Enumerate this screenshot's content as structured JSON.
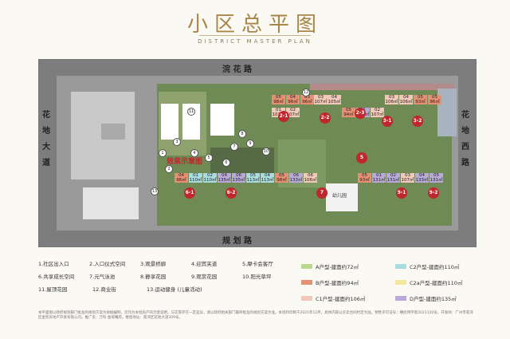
{
  "header": {
    "title": "小区总平图",
    "subtitle": "DISTRICT MASTER PLAN"
  },
  "roads": {
    "top": "浣  花  路",
    "bottom": "规  划  路",
    "left": "花 地 大 道",
    "right": "花 地 西 路"
  },
  "map_labels": {
    "sales_mark": "效果示意图",
    "kindergarten": "幼儿园"
  },
  "units": [
    "05 98㎡",
    "04 96㎡",
    "03 96㎡",
    "01 107㎡",
    "02 107㎡",
    "03 107㎡",
    "04 105㎡",
    "05 94㎡",
    "01 135㎡",
    "02 107㎡",
    "03 106㎡",
    "04 106㎡",
    "05 93㎡",
    "05 96㎡",
    "04 96㎡",
    "01 110㎡",
    "02 110㎡",
    "04 135㎡",
    "06 135㎡",
    "05 113㎡",
    "04 113㎡",
    "05 98㎡",
    "06 133㎡",
    "06 106㎡",
    "05 93㎡",
    "01 131㎡",
    "02 131㎡",
    "03 107㎡",
    "04 133㎡",
    "05 131㎡"
  ],
  "building_tags": [
    "2-1",
    "2-2",
    "2-3",
    "3-1",
    "3-2",
    "5",
    "6-1",
    "6-2",
    "7",
    "9-1",
    "9-2"
  ],
  "legend": {
    "amenities": [
      [
        "1.社区出入口",
        "2.入口仪式空间",
        "3.观景桥廊",
        "4.迎宾夹道",
        "5.摩卡会客厅"
      ],
      [
        "6.共享成长空间",
        "7.元气泳池",
        "8.静享花园",
        "9.观赏花园",
        "10.阳光草坪"
      ],
      [
        "11.屋顶花园",
        "12.商业街",
        "13.运动健身  (儿童活动)"
      ]
    ],
    "types": [
      {
        "label": "A户型-建面约72㎡",
        "color": "#b9d98f"
      },
      {
        "label": "C2户型-建面约110㎡",
        "color": "#a8dde0"
      },
      {
        "label": "B户型-建面约94㎡",
        "color": "#e58f73"
      },
      {
        "label": "C2a户型-建面约110㎡",
        "color": "#f2e79a"
      },
      {
        "label": "C1户型-建面约106㎡",
        "color": "#f2c9b8"
      },
      {
        "label": "D户型-建面约135㎡",
        "color": "#b8a9d9"
      }
    ]
  },
  "disclaimer": "本平面图以政府规划部门批准的规划方案为依据编制，仅作为本批房产的示意说明，与实景存在一定差异，请以政府相关部门最终批准的规划方案为准。本资料印制于2021年12月，具体内容以买卖合同约定为准。预售许可证号：穗房预字第2021120号。开发商：广州市荔湾区金凯房地产开发有限公司。推广名：万科·金域曦府。楼盘地址：荔湾区花地大道309号。"
}
